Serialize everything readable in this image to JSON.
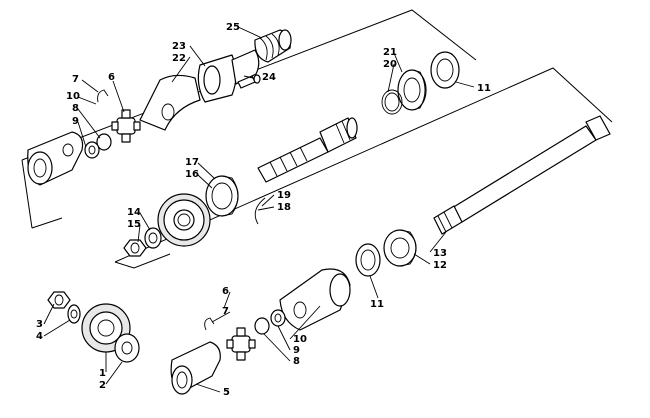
{
  "callouts": {
    "c25": "25",
    "c23": "23",
    "c22": "22",
    "c24": "24",
    "c7a": "7",
    "c6a": "6",
    "c10a": "10",
    "c8a": "8",
    "c9a": "9",
    "c21": "21",
    "c20": "20",
    "c11a": "11",
    "c17": "17",
    "c16": "16",
    "c19": "19",
    "c18": "18",
    "c14": "14",
    "c15": "15",
    "c13": "13",
    "c12": "12",
    "c11b": "11",
    "c6b": "6",
    "c7b": "7",
    "c10b": "10",
    "c9b": "9",
    "c8b": "8",
    "c3": "3",
    "c4": "4",
    "c1": "1",
    "c2": "2",
    "c5": "5"
  }
}
